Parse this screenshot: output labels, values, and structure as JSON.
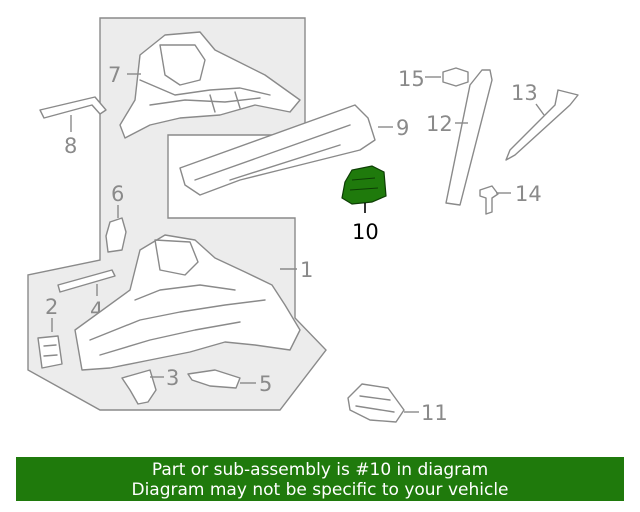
{
  "callouts": {
    "c1": "1",
    "c2": "2",
    "c3": "3",
    "c4": "4",
    "c5": "5",
    "c6": "6",
    "c7": "7",
    "c8": "8",
    "c9": "9",
    "c10": "10",
    "c11": "11",
    "c12": "12",
    "c13": "13",
    "c14": "14",
    "c15": "15"
  },
  "highlight_color": "#1f7a0c",
  "banner": {
    "line1": "Part or sub-assembly is #10 in diagram",
    "line2": "Diagram may not be specific to your vehicle"
  }
}
